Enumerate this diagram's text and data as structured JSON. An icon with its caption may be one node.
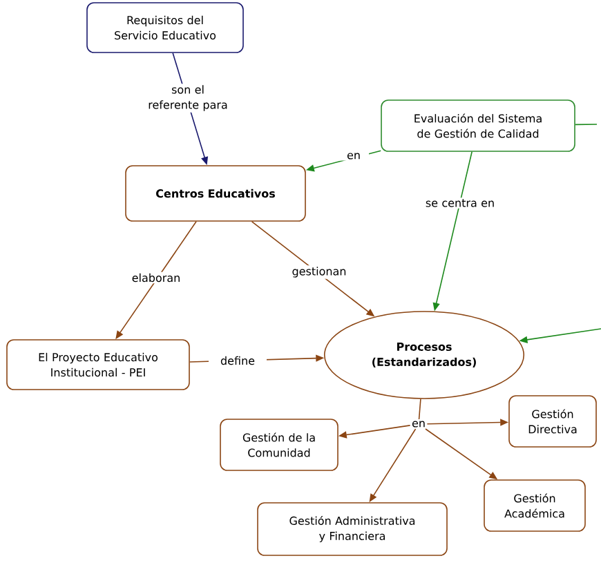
{
  "diagram": {
    "nodes": [
      {
        "text": [
          "Requisitos del Servicio Educativo"
        ]
      },
      {
        "text": [
          "Evaluación del Sistema de Gestión de Calidad"
        ]
      },
      {
        "text": [
          "Centros Educativos"
        ]
      },
      {
        "text": [
          "El Proyecto Educativo Institucional - PEI"
        ]
      },
      {
        "text": [
          "Procesos (Estandarizados)"
        ]
      },
      {
        "text": [
          "en"
        ]
      },
      {
        "text": [
          "Gestión de la Comunidad"
        ]
      },
      {
        "text": [
          "Gestión Directiva"
        ]
      },
      {
        "text": [
          "Gestión Administrativa y Financiera"
        ]
      },
      {
        "text": [
          "Gestión Académica"
        ]
      }
    ],
    "edges": [
      {
        "from": 0,
        "to": 2,
        "arrow": "to",
        "label": "son el referente para",
        "color": "#1a1a6e"
      },
      {
        "from": 1,
        "to": 2,
        "arrow": "to",
        "label": "en",
        "color": "#1e8a1e"
      },
      {
        "from": 1,
        "to": 4,
        "arrow": "to",
        "label": "se centra en",
        "color": "#1e8a1e"
      },
      {
        "from": 2,
        "to": 3,
        "arrow": "to",
        "label": "elaboran"
      },
      {
        "from": 2,
        "to": 4,
        "arrow": "to",
        "label": "gestionan"
      },
      {
        "from": 3,
        "to": 4,
        "arrow": "to",
        "label": "define"
      },
      {
        "from": 4,
        "to": 5,
        "arrow": "none"
      },
      {
        "from": 5,
        "to": 6,
        "arrow": "to"
      },
      {
        "from": 5,
        "to": 7,
        "arrow": "to"
      },
      {
        "from": 5,
        "to": 8,
        "arrow": "to"
      },
      {
        "from": 5,
        "to": 9,
        "arrow": "to"
      },
      {
        "from": null,
        "to": 4,
        "arrow": "to",
        "color": "#1e8a1e"
      },
      {
        "from": 1,
        "to": null,
        "arrow": "none",
        "color": "#1e8a1e"
      }
    ]
  }
}
